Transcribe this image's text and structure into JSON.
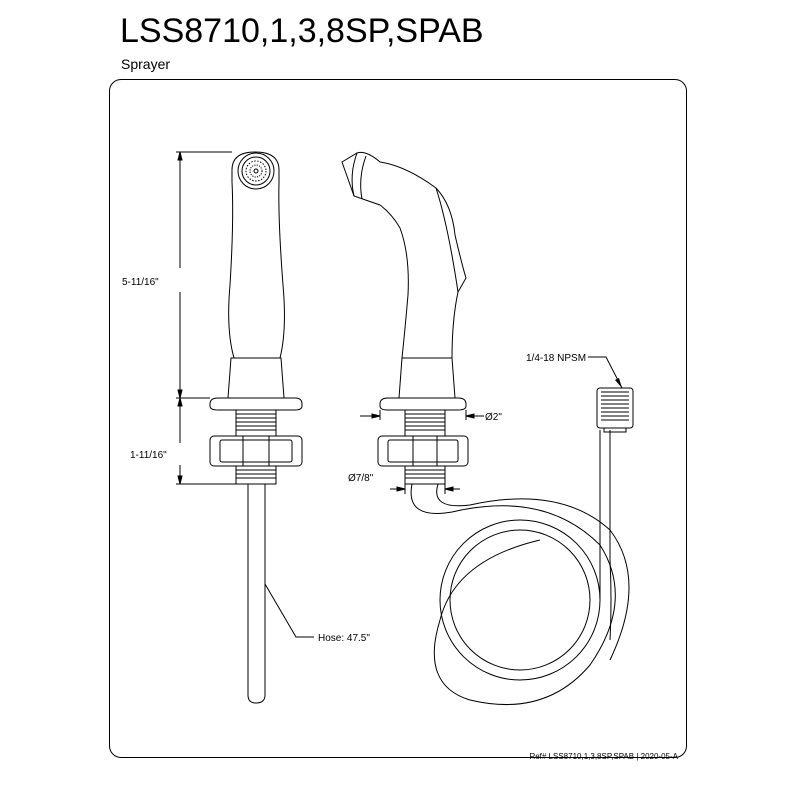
{
  "header": {
    "title": "LSS8710,1,3,8SP,SPAB",
    "subtitle": "Sprayer"
  },
  "dimensions": {
    "height_upper": "5-11/16\"",
    "height_lower": "1-11/16\"",
    "hose_length": "Hose: 47.5\"",
    "base_diameter": "Ø2\"",
    "shank_diameter": "Ø7/8\"",
    "thread_spec": "1/4-18 NPSM"
  },
  "footer": {
    "reference": "Ref# LSS8710,1,3,8SP,SPAB | 2020-05-A"
  },
  "colors": {
    "line": "#000000",
    "background": "#ffffff"
  }
}
